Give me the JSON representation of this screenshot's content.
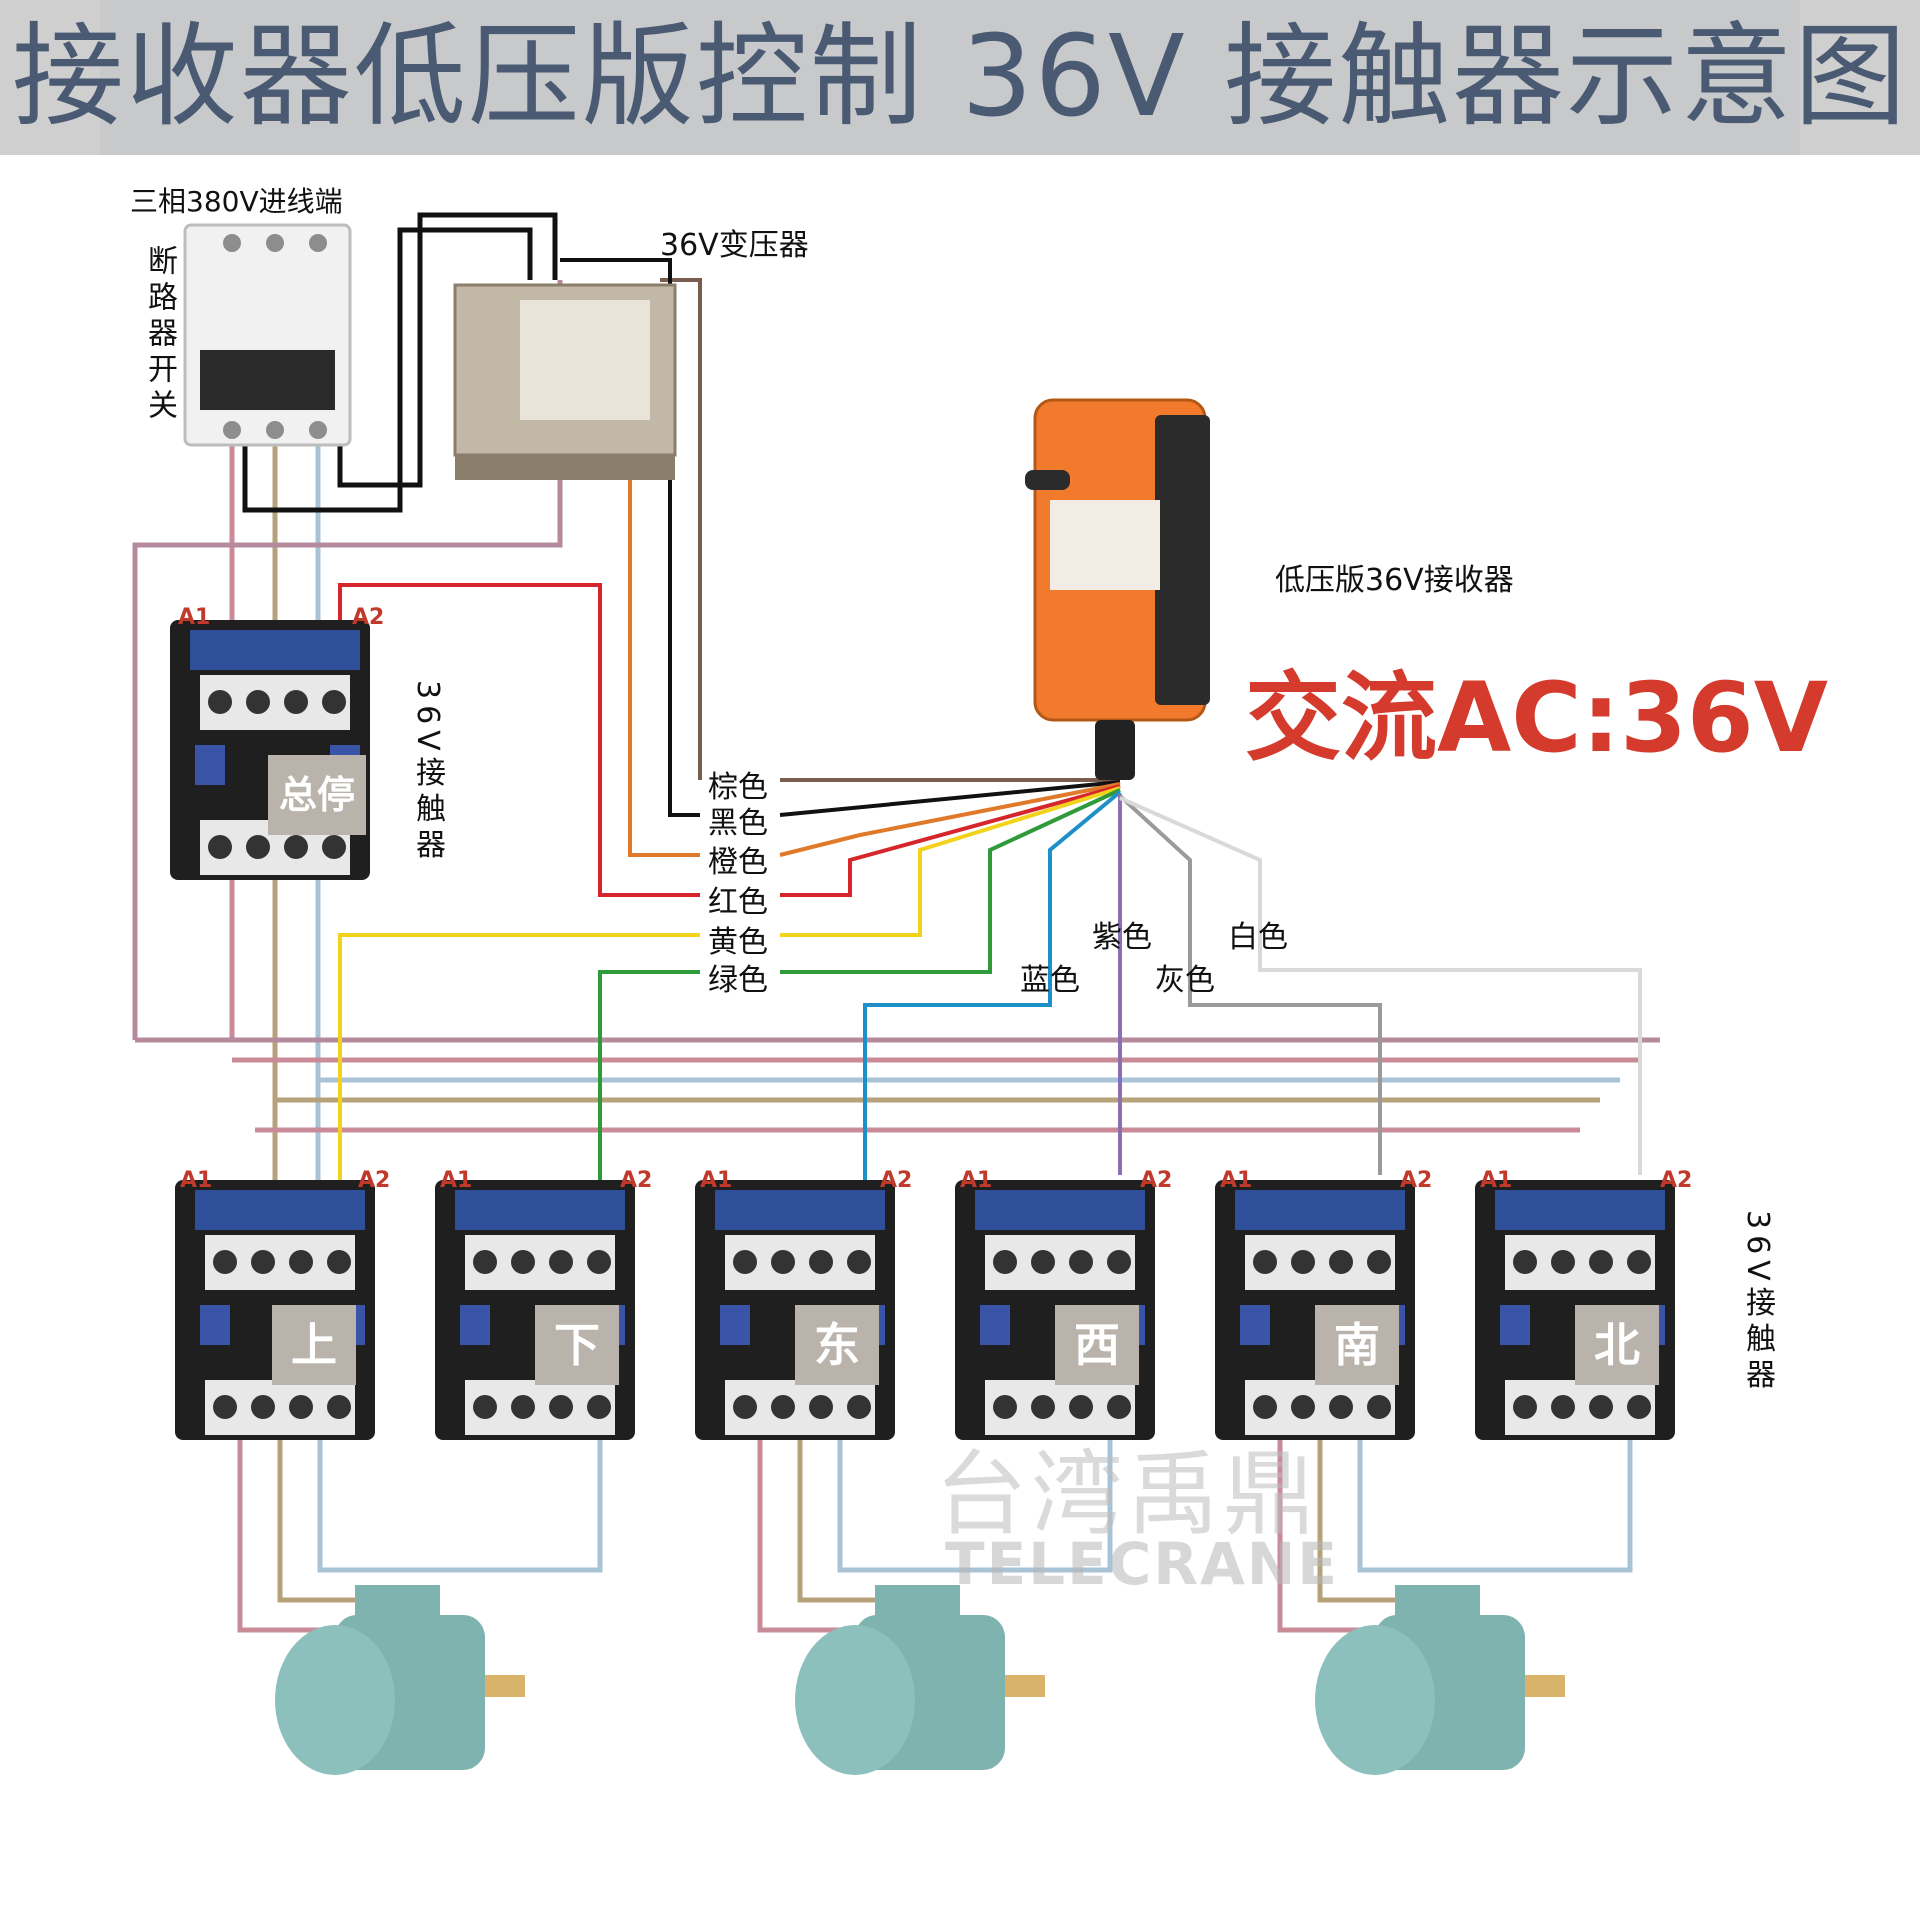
{
  "title": "接收器低压版控制 36V 接触器示意图",
  "labels": {
    "incoming": "三相380V进线端",
    "breaker": "断路器开关",
    "transformer": "36V变压器",
    "receiver": "低压版36V接收器",
    "ac_voltage": "交流AC:36V",
    "contactor_main": "36V接触器",
    "contactor_row": "36V接触器"
  },
  "terminals": {
    "a1": "A1",
    "a2": "A2"
  },
  "contactors": {
    "main": "总停",
    "directions": [
      "上",
      "下",
      "东",
      "西",
      "南",
      "北"
    ]
  },
  "wire_colors": {
    "left_labels": [
      "棕色",
      "黑色",
      "橙色",
      "红色",
      "黄色",
      "绿色"
    ],
    "blue": "蓝色",
    "purple": "紫色",
    "gray": "灰色",
    "white": "白色"
  },
  "watermark": {
    "cn": "台湾禹鼎",
    "en": "TELECRANE"
  },
  "colors": {
    "brown": "#7a5c4e",
    "black": "#111111",
    "orange": "#e07a2a",
    "red": "#d6262b",
    "yellow": "#f2d21b",
    "green": "#2f9a3a",
    "blue": "#1e90c8",
    "purple": "#8a6fb4",
    "gray": "#9a9a9a",
    "white": "#d9d9d9",
    "phase_tan": "#b5a27a",
    "phase_pink": "#c98b98",
    "phase_lightblue": "#a9c3d6",
    "receiver_orange": "#f27a2c",
    "motor_teal": "#7fb3b0"
  }
}
